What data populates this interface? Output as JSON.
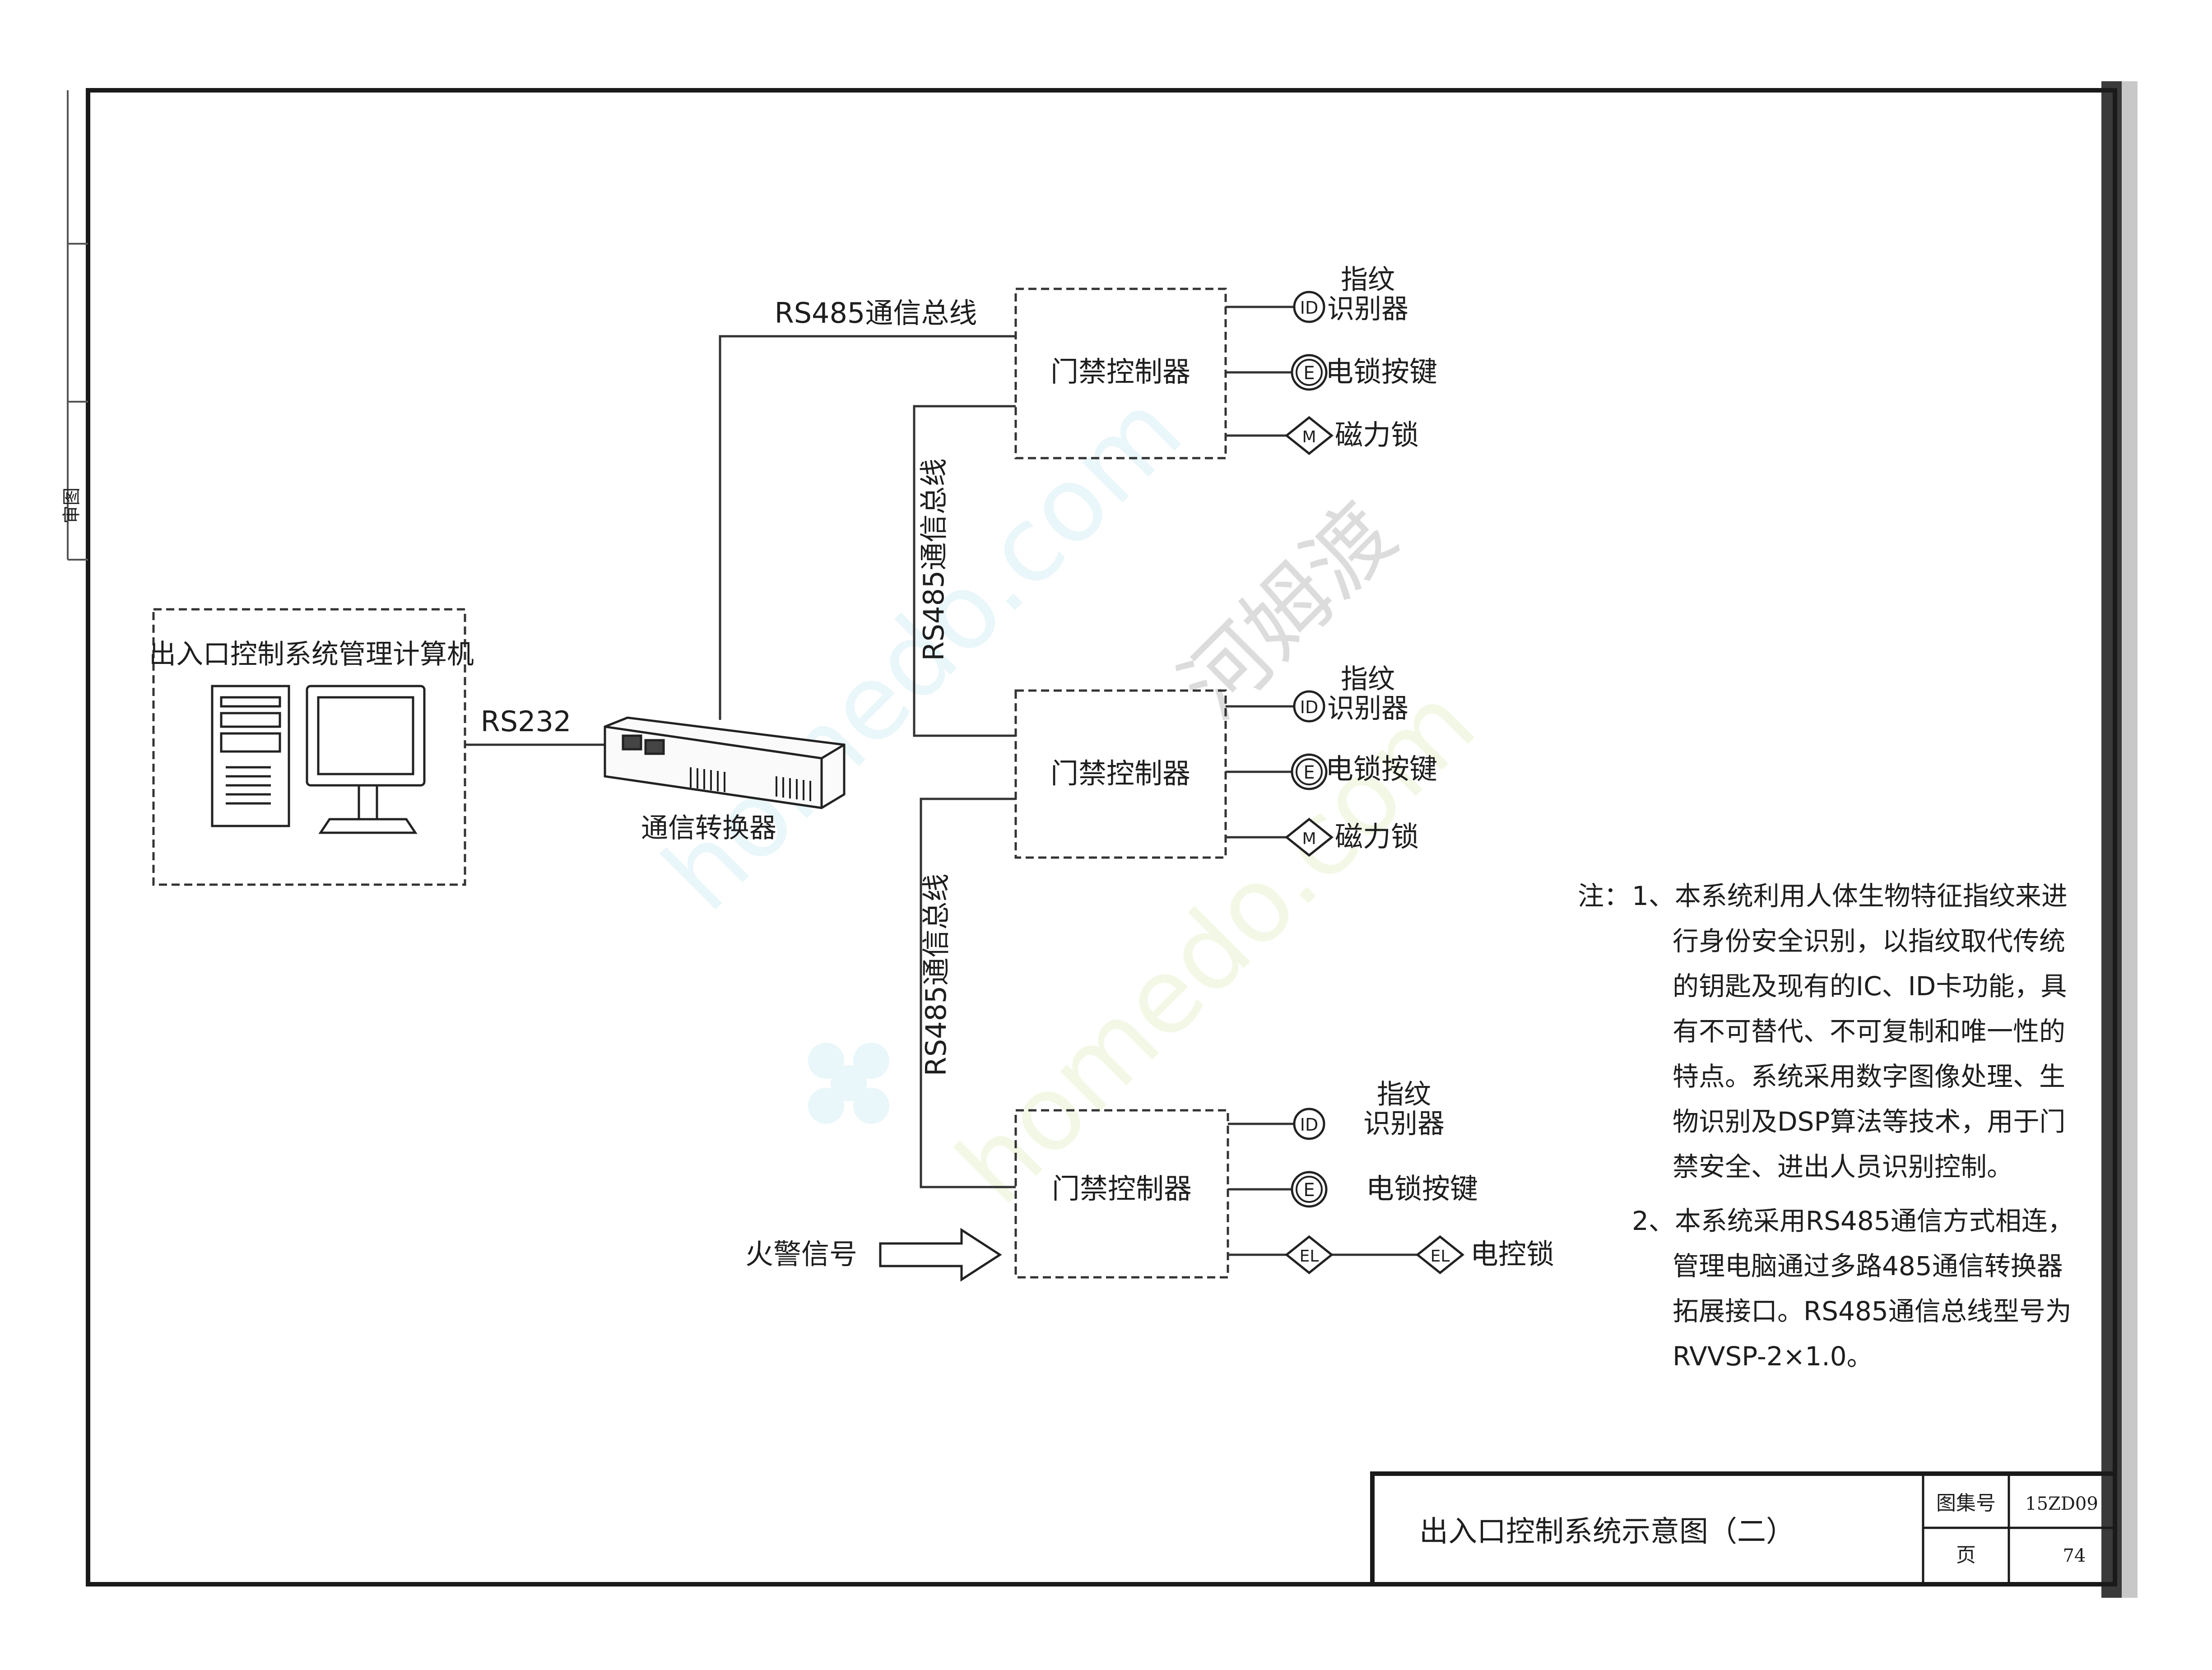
{
  "computer_box": {
    "title": "出入口控制系统管理计算机"
  },
  "converter": {
    "label": "通信转换器"
  },
  "links": {
    "rs232": "RS232",
    "bus_top": "RS485通信总线",
    "bus_mid": "RS485通信总线",
    "bus_low": "RS485通信总线"
  },
  "controllers": [
    {
      "label": "门禁控制器",
      "devices": [
        {
          "glyph": "ID",
          "label_line1": "指纹",
          "label_line2": "识别器"
        },
        {
          "glyph": "E",
          "label": "电锁按键"
        },
        {
          "glyph": "M",
          "label": "磁力锁"
        }
      ]
    },
    {
      "label": "门禁控制器",
      "devices": [
        {
          "glyph": "ID",
          "label_line1": "指纹",
          "label_line2": "识别器"
        },
        {
          "glyph": "E",
          "label": "电锁按键"
        },
        {
          "glyph": "M",
          "label": "磁力锁"
        }
      ]
    },
    {
      "label": "门禁控制器",
      "devices": [
        {
          "glyph": "ID",
          "label_line1": "指纹",
          "label_line2": "识别器"
        },
        {
          "glyph": "E",
          "label": "电锁按键"
        },
        {
          "glyph": "EL",
          "glyph2": "EL",
          "label": "电控锁"
        }
      ]
    }
  ],
  "fire_signal": {
    "label": "火警信号"
  },
  "notes": {
    "prefix": "注：",
    "lines": [
      "1、本系统利用人体生物特征指纹来进",
      "行身份安全识别，以指纹取代传统",
      "的钥匙及现有的IC、ID卡功能，具",
      "有不可替代、不可复制和唯一性的",
      "特点。系统采用数字图像处理、生",
      "物识别及DSP算法等技术，用于门",
      "禁安全、进出人员识别控制。",
      "2、本系统采用RS485通信方式相连，",
      "管理电脑通过多路485通信转换器",
      "拓展接口。RS485通信总线型号为",
      "RVVSP-2×1.0。"
    ]
  },
  "title_block": {
    "title": "出入口控制系统示意图（二）",
    "atlas_label": "图集号",
    "atlas_value": "15ZD09",
    "page_label": "页",
    "page_value": "74"
  },
  "side_labels": {
    "top": "",
    "bottom": "审图"
  },
  "watermark": {
    "text1": "homedo.com",
    "text2": "河姆渡"
  }
}
